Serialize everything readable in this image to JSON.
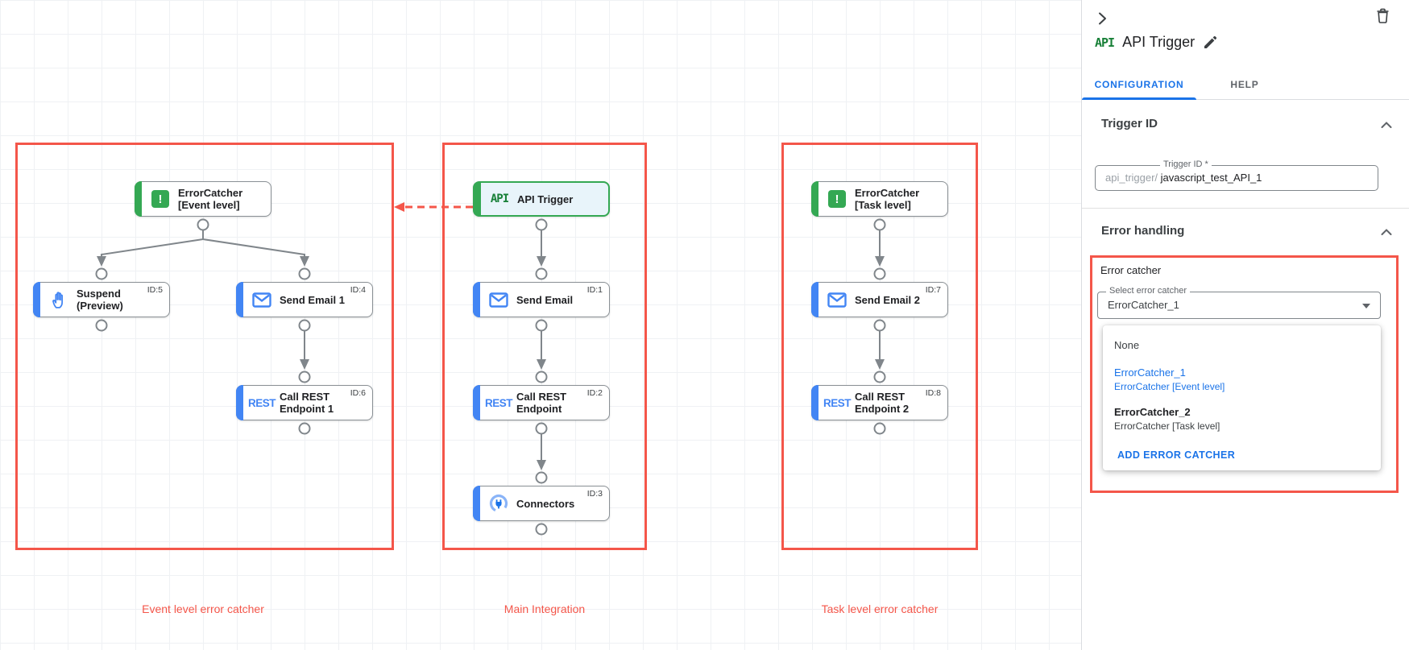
{
  "colors": {
    "annotation_red": "#f4564a",
    "accent_blue": "#4285f4",
    "accent_green": "#34a853",
    "link_blue": "#1a73e8",
    "alert_dot_red": "#e53935",
    "api_green": "#188038"
  },
  "canvas": {
    "groups": [
      {
        "label": "Event level error catcher"
      },
      {
        "label": "Main Integration"
      },
      {
        "label": "Task level error catcher"
      }
    ],
    "icons": {
      "error_glyph": "!",
      "api_label": "API",
      "rest_label": "REST"
    },
    "nodes": [
      {
        "line1": "ErrorCatcher",
        "line2": "[Event level]",
        "badge": ""
      },
      {
        "line1": "Suspend",
        "line2": "(Preview)",
        "badge": "ID:5"
      },
      {
        "line1": "Send Email 1",
        "line2": "",
        "badge": "ID:4"
      },
      {
        "line1": "Call REST",
        "line2": "Endpoint 1",
        "badge": "ID:6"
      },
      {
        "line1": "API Trigger",
        "line2": "",
        "badge": ""
      },
      {
        "line1": "Send Email",
        "line2": "",
        "badge": "ID:1"
      },
      {
        "line1": "Call REST",
        "line2": "Endpoint",
        "badge": "ID:2"
      },
      {
        "line1": "Connectors",
        "line2": "",
        "badge": "ID:3"
      },
      {
        "line1": "ErrorCatcher",
        "line2": "[Task level]",
        "badge": ""
      },
      {
        "line1": "Send Email 2",
        "line2": "",
        "badge": "ID:7"
      },
      {
        "line1": "Call REST",
        "line2": "Endpoint 2",
        "badge": "ID:8"
      }
    ]
  },
  "panel": {
    "badge": "API",
    "title": "API Trigger",
    "tabs": {
      "configuration": "CONFIGURATION",
      "help": "HELP"
    },
    "trigger_id": {
      "heading": "Trigger ID",
      "label": "Trigger ID *",
      "prefix": "api_trigger/",
      "value": "javascript_test_API_1"
    },
    "error_handling": {
      "heading": "Error handling",
      "group_label": "Error catcher",
      "select_label": "Select error catcher",
      "select_value": "ErrorCatcher_1",
      "menu": {
        "none": "None",
        "opt1_name": "ErrorCatcher_1",
        "opt1_detail": "ErrorCatcher [Event level]",
        "opt2_name": "ErrorCatcher_2",
        "opt2_detail": "ErrorCatcher [Task level]",
        "add": "ADD ERROR CATCHER"
      }
    }
  }
}
